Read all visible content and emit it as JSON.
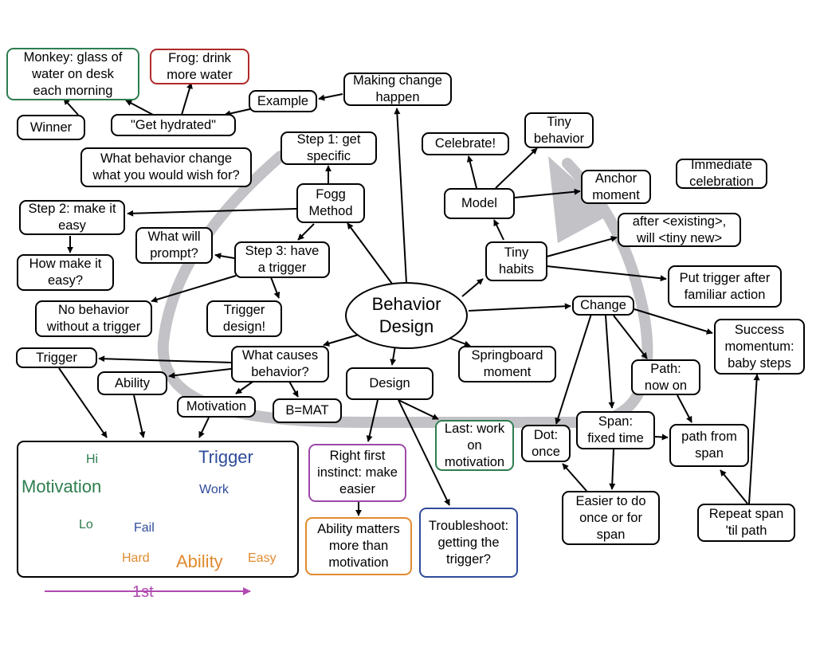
{
  "colors": {
    "loop_arrow": "#c3c2c6",
    "green": "#2e7d4f",
    "red": "#b02a2a",
    "purple": "#9b4aa6",
    "orange": "#e08a2e",
    "blue": "#2f4b9a",
    "chart_curve": "#c02020",
    "magenta_arrow": "#b04ab0"
  },
  "center": "Behavior\nDesign",
  "nodes": {
    "monkey": "Monkey: glass of\nwater on desk\neach morning",
    "frog": "Frog: drink\nmore water",
    "making_change": "Making change\nhappen",
    "example": "Example",
    "winner": "Winner",
    "get_hydrated": "\"Get hydrated\"",
    "step1": "Step 1: get\nspecific",
    "what_behavior": "What behavior change\nwhat you would wish for?",
    "fogg": "Fogg\nMethod",
    "step2": "Step 2: make it\neasy",
    "how_easy": "How make it\neasy?",
    "what_prompt": "What will\nprompt?",
    "step3": "Step 3: have\na trigger",
    "no_behavior": "No behavior\nwithout a trigger",
    "trigger_design": "Trigger\ndesign!",
    "trigger": "Trigger",
    "what_causes": "What causes\nbehavior?",
    "ability": "Ability",
    "motivation": "Motivation",
    "bmat": "B=MAT",
    "design": "Design",
    "springboard": "Springboard\nmoment",
    "celebrate": "Celebrate!",
    "tiny_behavior": "Tiny\nbehavior",
    "model": "Model",
    "anchor": "Anchor\nmoment",
    "immediate": "Immediate\ncelebration",
    "after_existing": "after <existing>,\nwill <tiny new>",
    "tiny_habits": "Tiny\nhabits",
    "put_trigger": "Put trigger after\nfamiliar action",
    "change": "Change",
    "success": "Success\nmomentum:\nbaby steps",
    "path_now": "Path:\nnow on",
    "last_work": "Last: work\non\nmotivation",
    "dot_once": "Dot:\nonce",
    "span_fixed": "Span:\nfixed time",
    "path_from_span": "path from\nspan",
    "right_first": "Right first\ninstinct: make\neasier",
    "ability_matters": "Ability matters\nmore than\nmotivation",
    "troubleshoot": "Troubleshoot:\ngetting the\ntrigger?",
    "easier_once": "Easier to do\nonce or for\nspan",
    "repeat_span": "Repeat span\n'til path"
  },
  "fbm_chart": {
    "hi": "Hi",
    "motivation": "Motivation",
    "lo": "Lo",
    "trigger": "Trigger",
    "work": "Work",
    "fail": "Fail",
    "hard": "Hard",
    "ability": "Ability",
    "easy": "Easy"
  },
  "first_label": "1st"
}
